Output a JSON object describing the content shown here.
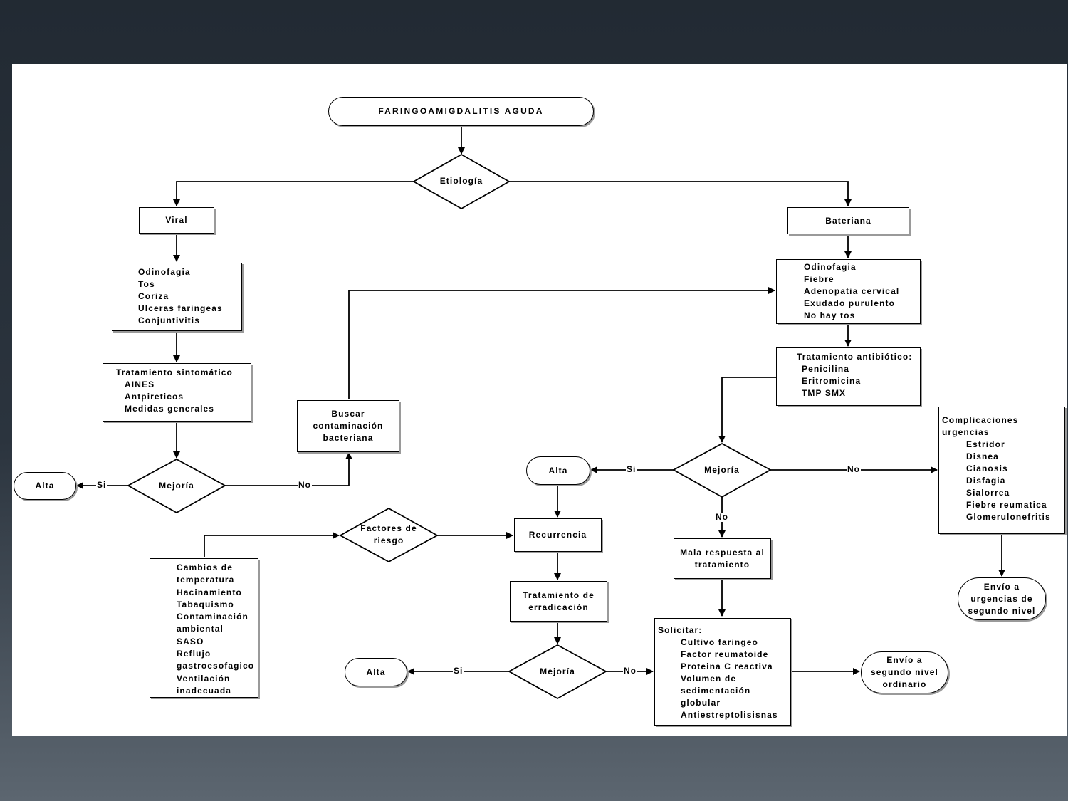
{
  "title": "FARINGOAMIGDALITIS AGUDA",
  "decisions": {
    "etiologia": "Etiología",
    "mejoria": "Mejoría",
    "factores": "Factores de riesgo"
  },
  "viral": {
    "label": "Viral",
    "sintomas": [
      "Odinofagia",
      "Tos",
      "Coriza",
      "Ulceras faringeas",
      "Conjuntivitis"
    ],
    "tratamiento_title": "Tratamiento sintomático",
    "tratamiento_items": [
      "AINES",
      "Antpireticos",
      "Medidas generales"
    ]
  },
  "buscar": "Buscar contaminación bacteriana",
  "bacteriana": {
    "label": "Bateriana",
    "sintomas": [
      "Odinofagia",
      "Fiebre",
      "Adenopatia cervical",
      "Exudado purulento",
      "No hay tos"
    ],
    "tratamiento_title": "Tratamiento antibiótico:",
    "tratamiento_items": [
      "Penicilina",
      "Eritromicina",
      "TMP SMX"
    ]
  },
  "complicaciones": {
    "title": "Complicaciones urgencias",
    "items": [
      "Estridor",
      "Disnea",
      "Cianosis",
      "Disfagia",
      "Sialorrea",
      "Fiebre reumatica",
      "Glomerulonefritis"
    ]
  },
  "envio_urgencias": "Envío a urgencias de segundo nivel",
  "alta": "Alta",
  "recurrencia": "Recurrencia",
  "erradicacion": "Tratamiento de erradicación",
  "factores_list": [
    "Cambios de temperatura",
    "Hacinamiento",
    "Tabaquismo",
    "Contaminación ambiental",
    "SASO",
    "Reflujo gastroesofagico",
    "Ventilación inadecuada"
  ],
  "mala_respuesta": "Mala respuesta al tratamiento",
  "solicitar": {
    "title": "Solicitar:",
    "items": [
      "Cultivo faringeo",
      "Factor reumatoide",
      "Proteina C reactiva",
      "Volumen de sedimentación globular",
      "Antiestreptolisisnas"
    ]
  },
  "envio_ordinario": "Envío a segundo nivel ordinario",
  "edge_labels": {
    "si": "Si",
    "no": "No"
  }
}
